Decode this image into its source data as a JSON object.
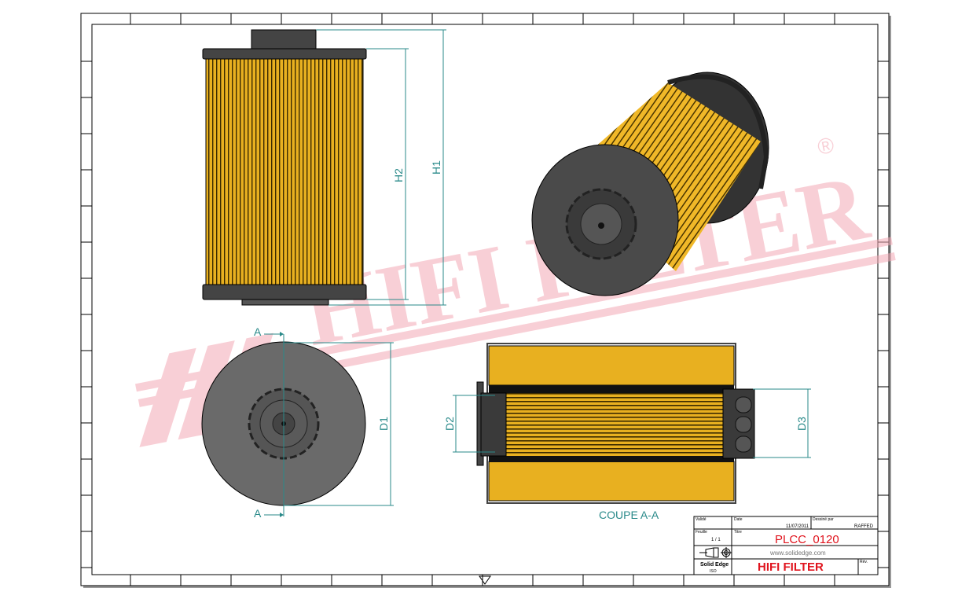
{
  "watermark": {
    "text": "HIFI FILTER",
    "mark": "®",
    "color": "#f4a9b5"
  },
  "dimensions": {
    "h1": "H1",
    "h2": "H2",
    "d1": "D1",
    "d2": "D2",
    "d3": "D3"
  },
  "section": {
    "marker": "A",
    "label": "COUPE A-A"
  },
  "title_block": {
    "validated_label": "Validé",
    "date_label": "Date",
    "date": "11/07/2011",
    "drawn_by_label": "Dessiné par",
    "drawn_by": "RAFFED",
    "sheet_label": "Feuille",
    "sheet": "1 / 1",
    "title_label": "Titre",
    "part_number": "PLCC_0120",
    "website": "www.solidedge.com",
    "software": "Solid Edge",
    "standard": "ISO",
    "company": "HIFI FILTER",
    "rev_label": "Rév."
  },
  "colors": {
    "accent_red": "#e0141e",
    "dimension": "#2a8a8a",
    "filter_media": "#e8b020",
    "housing": "#555555"
  }
}
